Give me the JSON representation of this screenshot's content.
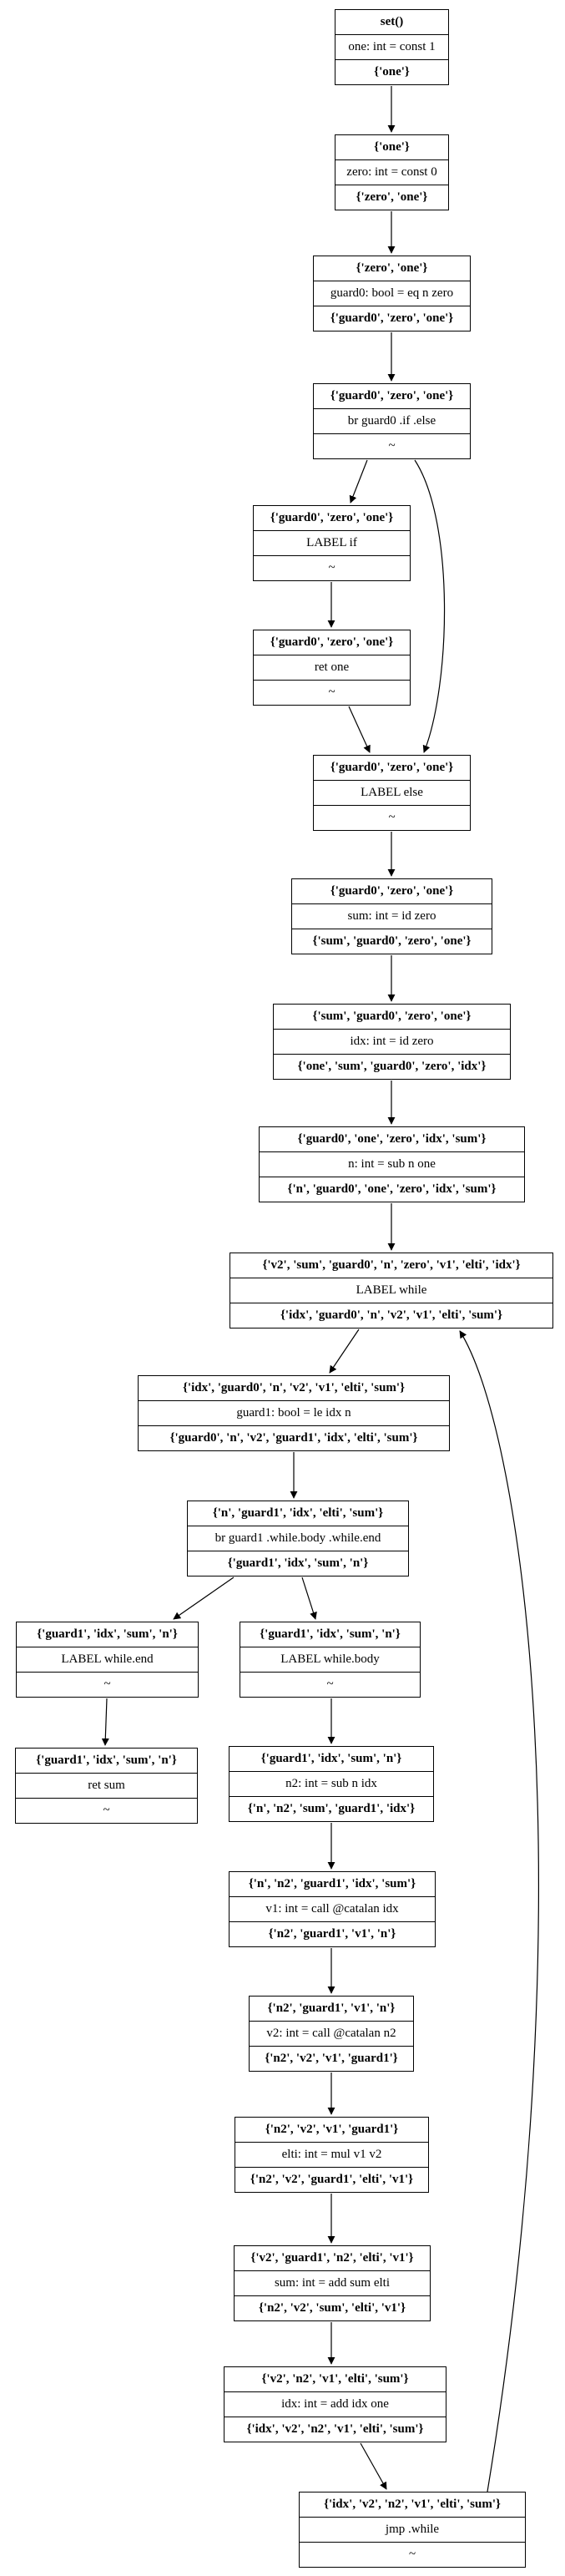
{
  "nodes": [
    {
      "id": "n0",
      "in": "set()",
      "stmt": "one: int = const 1",
      "out": "{'one'}"
    },
    {
      "id": "n1",
      "in": "{'one'}",
      "stmt": "zero: int = const 0",
      "out": "{'zero', 'one'}"
    },
    {
      "id": "n2",
      "in": "{'zero', 'one'}",
      "stmt": "guard0: bool = eq n zero",
      "out": "{'guard0', 'zero', 'one'}"
    },
    {
      "id": "n3",
      "in": "{'guard0', 'zero', 'one'}",
      "stmt": "br guard0 .if .else",
      "out": "~"
    },
    {
      "id": "n4",
      "in": "{'guard0', 'zero', 'one'}",
      "stmt": "LABEL if",
      "out": "~"
    },
    {
      "id": "n5",
      "in": "{'guard0', 'zero', 'one'}",
      "stmt": "ret one",
      "out": "~"
    },
    {
      "id": "n6",
      "in": "{'guard0', 'zero', 'one'}",
      "stmt": "LABEL else",
      "out": "~"
    },
    {
      "id": "n7",
      "in": "{'guard0', 'zero', 'one'}",
      "stmt": "sum: int = id zero",
      "out": "{'sum', 'guard0', 'zero', 'one'}"
    },
    {
      "id": "n8",
      "in": "{'sum', 'guard0', 'zero', 'one'}",
      "stmt": "idx: int = id zero",
      "out": "{'one', 'sum', 'guard0', 'zero', 'idx'}"
    },
    {
      "id": "n9",
      "in": "{'guard0', 'one', 'zero', 'idx', 'sum'}",
      "stmt": "n: int = sub n one",
      "out": "{'n', 'guard0', 'one', 'zero', 'idx', 'sum'}"
    },
    {
      "id": "n10",
      "in": "{'v2', 'sum', 'guard0', 'n', 'zero', 'v1', 'elti', 'idx'}",
      "stmt": "LABEL while",
      "out": "{'idx', 'guard0', 'n', 'v2', 'v1', 'elti', 'sum'}"
    },
    {
      "id": "n11",
      "in": "{'idx', 'guard0', 'n', 'v2', 'v1', 'elti', 'sum'}",
      "stmt": "guard1: bool = le idx n",
      "out": "{'guard0', 'n', 'v2', 'guard1', 'idx', 'elti', 'sum'}"
    },
    {
      "id": "n12",
      "in": "{'n', 'guard1', 'idx', 'elti', 'sum'}",
      "stmt": "br guard1 .while.body .while.end",
      "out": "{'guard1', 'idx', 'sum', 'n'}"
    },
    {
      "id": "n13",
      "in": "{'guard1', 'idx', 'sum', 'n'}",
      "stmt": "LABEL while.end",
      "out": "~"
    },
    {
      "id": "n14",
      "in": "{'guard1', 'idx', 'sum', 'n'}",
      "stmt": "LABEL while.body",
      "out": "~"
    },
    {
      "id": "n15",
      "in": "{'guard1', 'idx', 'sum', 'n'}",
      "stmt": "ret sum",
      "out": "~"
    },
    {
      "id": "n16",
      "in": "{'guard1', 'idx', 'sum', 'n'}",
      "stmt": "n2: int = sub n idx",
      "out": "{'n', 'n2', 'sum', 'guard1', 'idx'}"
    },
    {
      "id": "n17",
      "in": "{'n', 'n2', 'guard1', 'idx', 'sum'}",
      "stmt": "v1: int = call @catalan idx",
      "out": "{'n2', 'guard1', 'v1', 'n'}"
    },
    {
      "id": "n18",
      "in": "{'n2', 'guard1', 'v1', 'n'}",
      "stmt": "v2: int = call @catalan n2",
      "out": "{'n2', 'v2', 'v1', 'guard1'}"
    },
    {
      "id": "n19",
      "in": "{'n2', 'v2', 'v1', 'guard1'}",
      "stmt": "elti: int = mul v1 v2",
      "out": "{'n2', 'v2', 'guard1', 'elti', 'v1'}"
    },
    {
      "id": "n20",
      "in": "{'v2', 'guard1', 'n2', 'elti', 'v1'}",
      "stmt": "sum: int = add sum elti",
      "out": "{'n2', 'v2', 'sum', 'elti', 'v1'}"
    },
    {
      "id": "n21",
      "in": "{'v2', 'n2', 'v1', 'elti', 'sum'}",
      "stmt": "idx: int = add idx one",
      "out": "{'idx', 'v2', 'n2', 'v1', 'elti', 'sum'}"
    },
    {
      "id": "n22",
      "in": "{'idx', 'v2', 'n2', 'v1', 'elti', 'sum'}",
      "stmt": "jmp .while",
      "out": "~"
    }
  ],
  "edges": [
    [
      "n0",
      "n1"
    ],
    [
      "n1",
      "n2"
    ],
    [
      "n2",
      "n3"
    ],
    [
      "n3",
      "n4"
    ],
    [
      "n3",
      "n6"
    ],
    [
      "n4",
      "n5"
    ],
    [
      "n5",
      "n6"
    ],
    [
      "n6",
      "n7"
    ],
    [
      "n7",
      "n8"
    ],
    [
      "n8",
      "n9"
    ],
    [
      "n9",
      "n10"
    ],
    [
      "n10",
      "n11"
    ],
    [
      "n11",
      "n12"
    ],
    [
      "n12",
      "n13"
    ],
    [
      "n12",
      "n14"
    ],
    [
      "n13",
      "n15"
    ],
    [
      "n14",
      "n16"
    ],
    [
      "n16",
      "n17"
    ],
    [
      "n17",
      "n18"
    ],
    [
      "n18",
      "n19"
    ],
    [
      "n19",
      "n20"
    ],
    [
      "n20",
      "n21"
    ],
    [
      "n21",
      "n22"
    ],
    [
      "n22",
      "n10"
    ]
  ]
}
